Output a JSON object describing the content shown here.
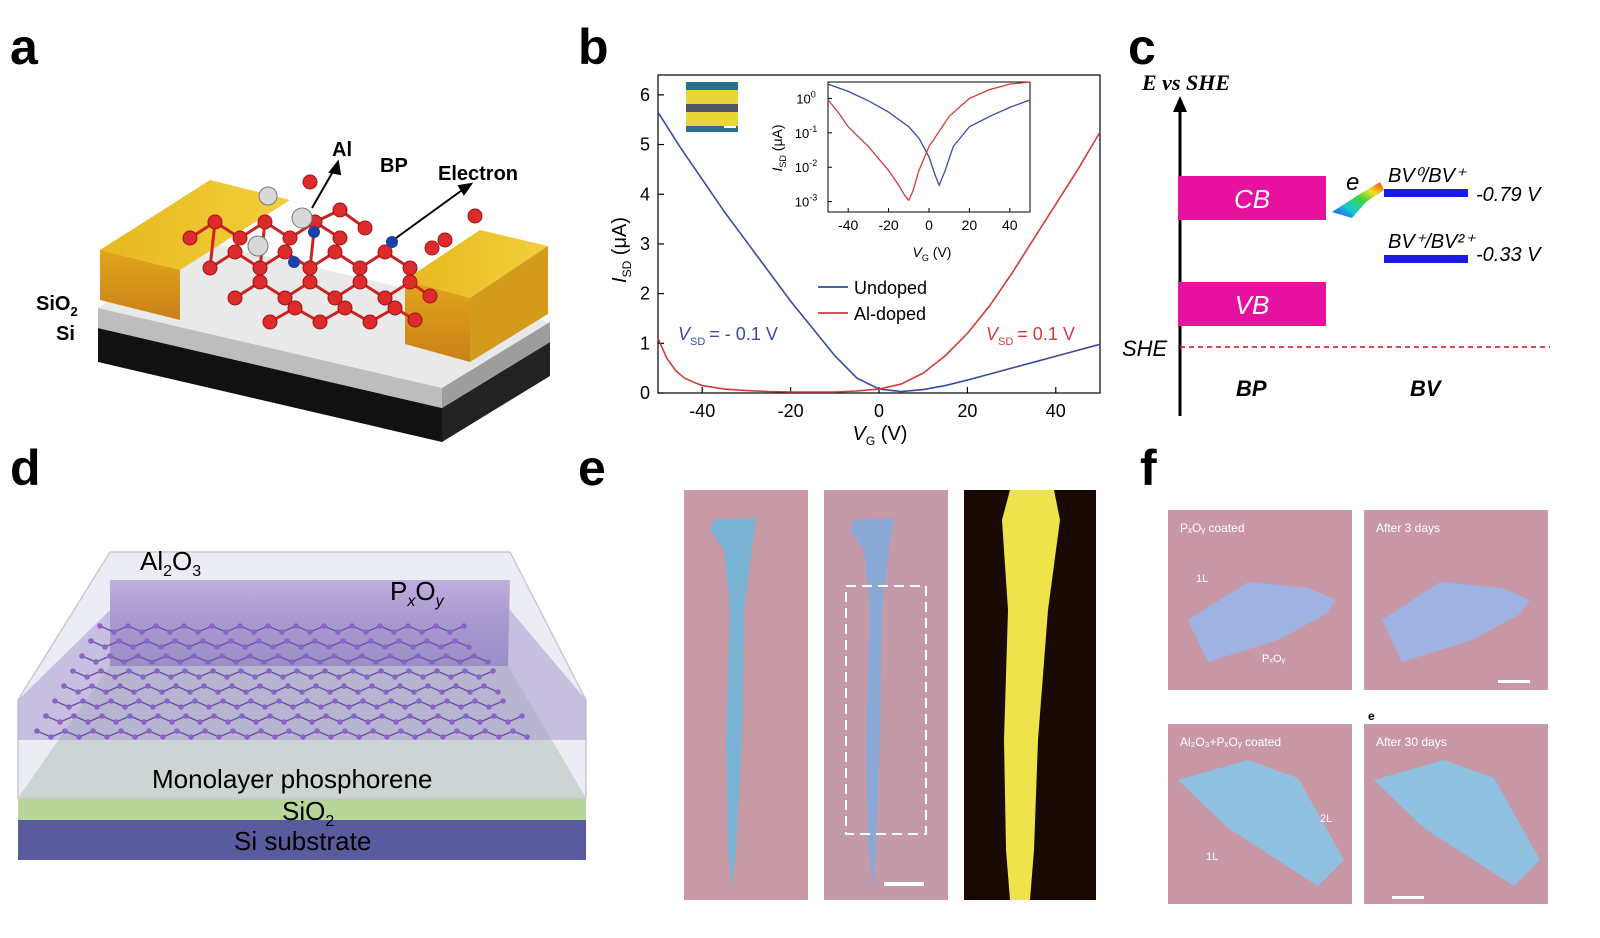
{
  "panels": {
    "a": {
      "letter": "a",
      "labels": {
        "al": "Al",
        "bp": "BP",
        "electron": "Electron",
        "sio2": "SiO",
        "sio2_sub": "2",
        "si": "Si"
      }
    },
    "b": {
      "letter": "b",
      "main_chart": {
        "ylabel": "I",
        "ylabel_sub": "SD",
        "ylabel_unit": " (μA)",
        "xlabel": "V",
        "xlabel_sub": "G",
        "xlabel_unit": " (V)",
        "annotation_left": "= - 0.1 V",
        "annotation_left_v": "V",
        "annotation_left_sub": "SD",
        "annotation_right": "= 0.1 V",
        "annotation_right_v": "V",
        "annotation_right_sub": "SD",
        "legend": [
          "Undoped",
          "Al-doped"
        ]
      },
      "inset_chart": {
        "ylabel": "I",
        "ylabel_sub": "SD",
        "ylabel_unit": " (μA)",
        "xlabel": "V",
        "xlabel_sub": "G",
        "xlabel_unit": " (V)"
      }
    },
    "c": {
      "letter": "c",
      "axis_label": "E vs SHE",
      "cb": "CB",
      "vb": "VB",
      "she": "SHE",
      "bp": "BP",
      "bv": "BV",
      "e": "e",
      "level1_label": "BV⁰/BV⁺",
      "level1_value": "-0.79 V",
      "level2_label": "BV⁺/BV²⁺",
      "level2_value": "-0.33 V",
      "colors": {
        "band": "#e6119e",
        "level": "#1a1ae6",
        "she_line": "#d23232"
      }
    },
    "d": {
      "letter": "d",
      "al2o3": "Al",
      "al2o3_2": "2",
      "al2o3_o": "O",
      "al2o3_3": "3",
      "pxoy": "P",
      "pxoy_x": "x",
      "pxoy_o": "O",
      "pxoy_y": "y",
      "monolayer": "Monolayer phosphorene",
      "sio2": "SiO",
      "sio2_2": "2",
      "si": "Si substrate"
    },
    "e": {
      "letter": "e"
    },
    "f": {
      "letter": "f",
      "small_e": "e",
      "tiles": [
        {
          "caption": "PₓOᵧ coated",
          "labels": [
            "1L",
            "PₓOᵧ"
          ]
        },
        {
          "caption": "After 3 days",
          "labels": []
        },
        {
          "caption": "Al₂O₃+PₓOᵧ coated",
          "labels": [
            "1L",
            "2L"
          ]
        },
        {
          "caption": "After 30 days",
          "labels": []
        }
      ]
    }
  },
  "chart_data": [
    {
      "type": "line",
      "xlim": [
        -50,
        50
      ],
      "ylim": [
        0,
        6.4
      ],
      "xticks": [
        "-40",
        "-20",
        "0",
        "20",
        "40"
      ],
      "xtick_values": [
        -40,
        -20,
        0,
        20,
        40
      ],
      "yticks": [
        "0",
        "1",
        "2",
        "3",
        "4",
        "5",
        "6"
      ],
      "ytick_values": [
        0,
        1,
        2,
        3,
        4,
        5,
        6
      ],
      "series": [
        {
          "name": "Undoped",
          "color": "#3b4aa0",
          "x": [
            -50,
            -45,
            -40,
            -35,
            -30,
            -25,
            -20,
            -15,
            -10,
            -5,
            0,
            5,
            10,
            15,
            20,
            25,
            30,
            35,
            40,
            45,
            50
          ],
          "y": [
            5.65,
            4.95,
            4.3,
            3.65,
            3.05,
            2.45,
            1.85,
            1.3,
            0.75,
            0.3,
            0.08,
            0.03,
            0.07,
            0.15,
            0.26,
            0.38,
            0.5,
            0.62,
            0.74,
            0.86,
            0.98
          ]
        },
        {
          "name": "Al-doped",
          "color": "#d43a3a",
          "x": [
            -50,
            -48,
            -46,
            -44,
            -42,
            -40,
            -35,
            -30,
            -25,
            -20,
            -15,
            -10,
            -5,
            0,
            5,
            10,
            15,
            20,
            25,
            30,
            35,
            40,
            45,
            50
          ],
          "y": [
            1.1,
            0.7,
            0.45,
            0.3,
            0.22,
            0.15,
            0.08,
            0.05,
            0.03,
            0.02,
            0.02,
            0.02,
            0.04,
            0.08,
            0.18,
            0.4,
            0.75,
            1.2,
            1.75,
            2.4,
            3.1,
            3.8,
            4.5,
            5.25
          ]
        }
      ]
    },
    {
      "type": "line",
      "log_y": true,
      "xlim": [
        -50,
        50
      ],
      "ylim": [
        0.0005,
        3
      ],
      "xticks": [
        "-40",
        "-20",
        "0",
        "20",
        "40"
      ],
      "xtick_values": [
        -40,
        -20,
        0,
        20,
        40
      ],
      "yticks": [
        "10",
        "10",
        "10",
        "10"
      ],
      "ytick_exponents": [
        "-3",
        "-2",
        "-1",
        "0"
      ],
      "ytick_values": [
        0.001,
        0.01,
        0.1,
        1
      ],
      "series": [
        {
          "name": "Undoped",
          "color": "#3b4aa0",
          "x": [
            -50,
            -40,
            -30,
            -20,
            -10,
            -5,
            0,
            3,
            5,
            8,
            12,
            20,
            30,
            40,
            50
          ],
          "y": [
            2.6,
            1.6,
            0.85,
            0.4,
            0.15,
            0.07,
            0.02,
            0.006,
            0.003,
            0.008,
            0.04,
            0.15,
            0.3,
            0.55,
            0.9
          ]
        },
        {
          "name": "Al-doped",
          "color": "#d43a3a",
          "x": [
            -50,
            -45,
            -40,
            -30,
            -20,
            -15,
            -12,
            -10,
            -8,
            -5,
            0,
            10,
            20,
            30,
            40,
            50
          ],
          "y": [
            0.9,
            0.4,
            0.15,
            0.04,
            0.008,
            0.003,
            0.0015,
            0.0011,
            0.002,
            0.008,
            0.04,
            0.3,
            1.0,
            1.8,
            2.6,
            3.0
          ]
        }
      ]
    }
  ]
}
